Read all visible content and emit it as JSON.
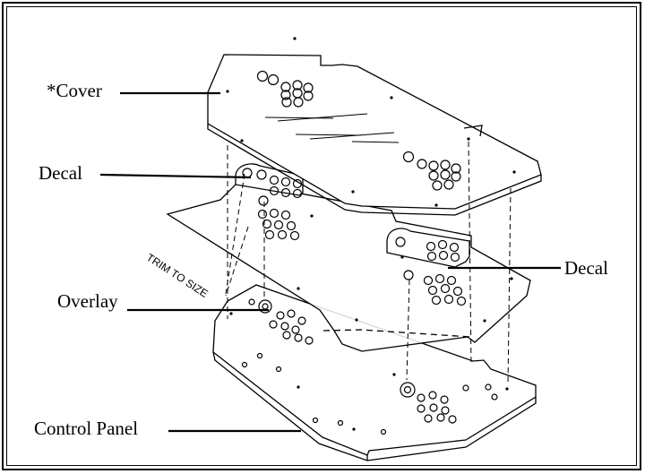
{
  "labels": {
    "cover": "*Cover",
    "decal_left": "Decal",
    "decal_right": "Decal",
    "overlay": "Overlay",
    "control_panel": "Control Panel",
    "trim": "TRIM TO SIZE"
  }
}
